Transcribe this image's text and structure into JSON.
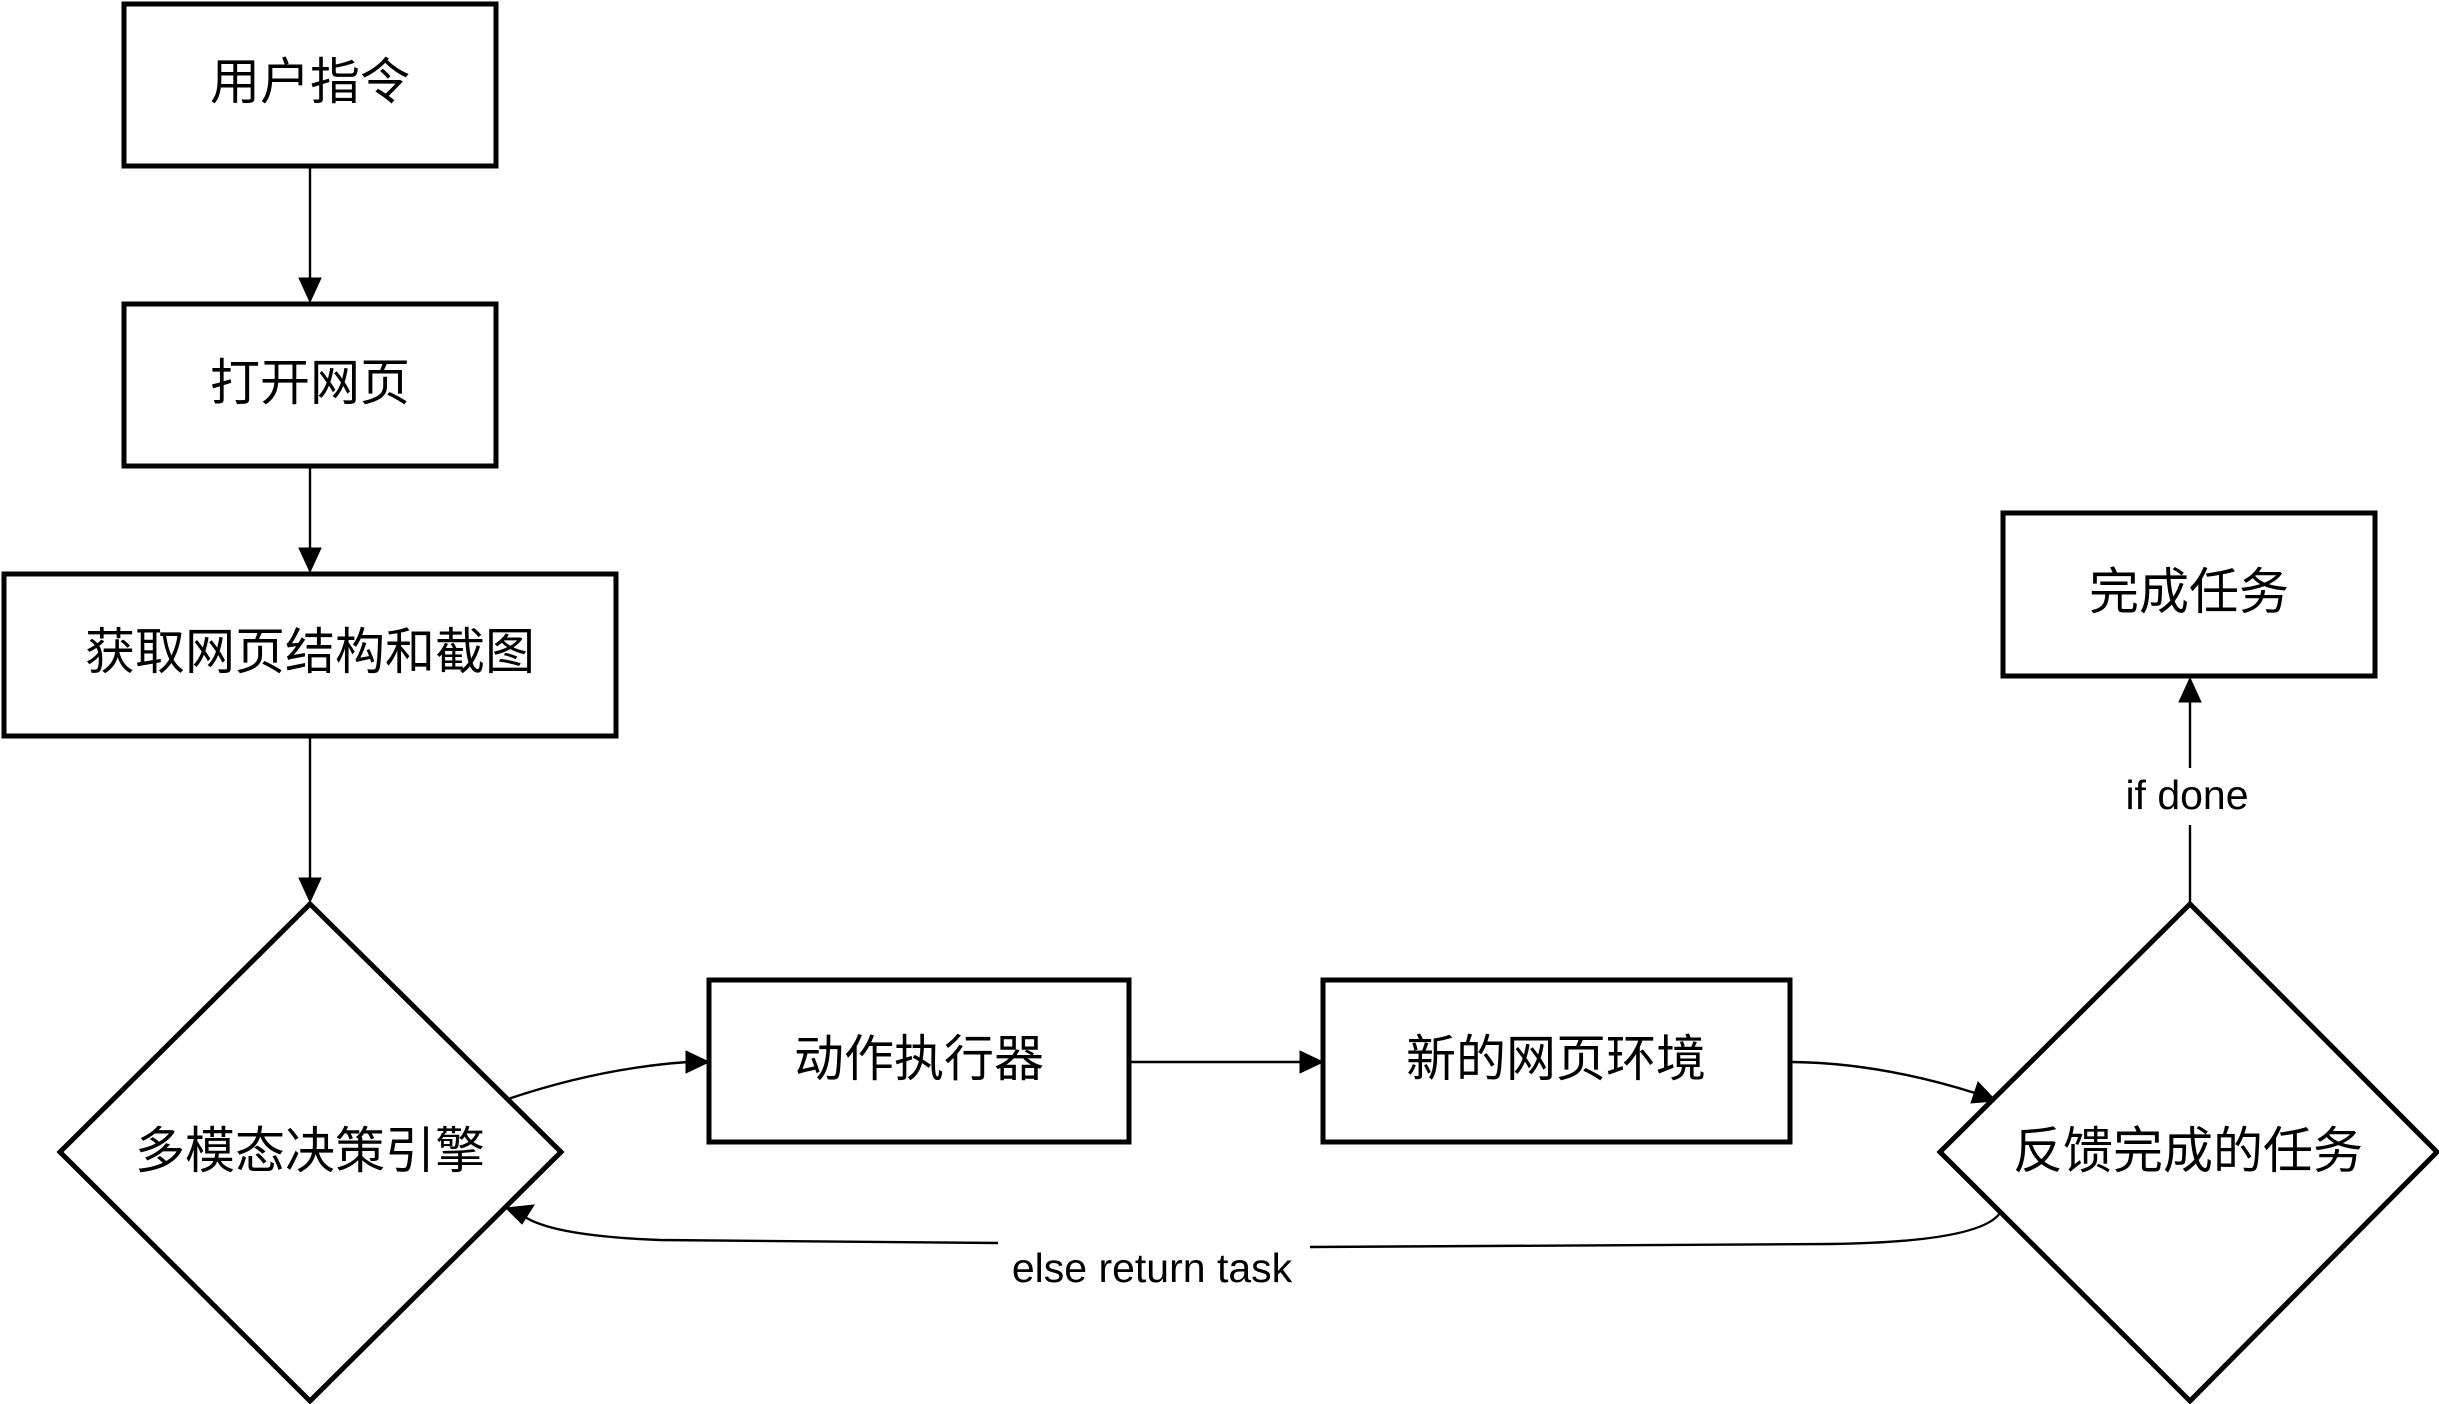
{
  "nodes": {
    "user_command": "用户指令",
    "open_page": "打开网页",
    "get_structure": "获取网页结构和截图",
    "decision_engine": "多模态决策引擎",
    "action_executor": "动作执行器",
    "new_environment": "新的网页环境",
    "feedback": "反馈完成的任务",
    "complete": "完成任务"
  },
  "edges": {
    "if_done": "if done",
    "else_return": "else return task"
  }
}
